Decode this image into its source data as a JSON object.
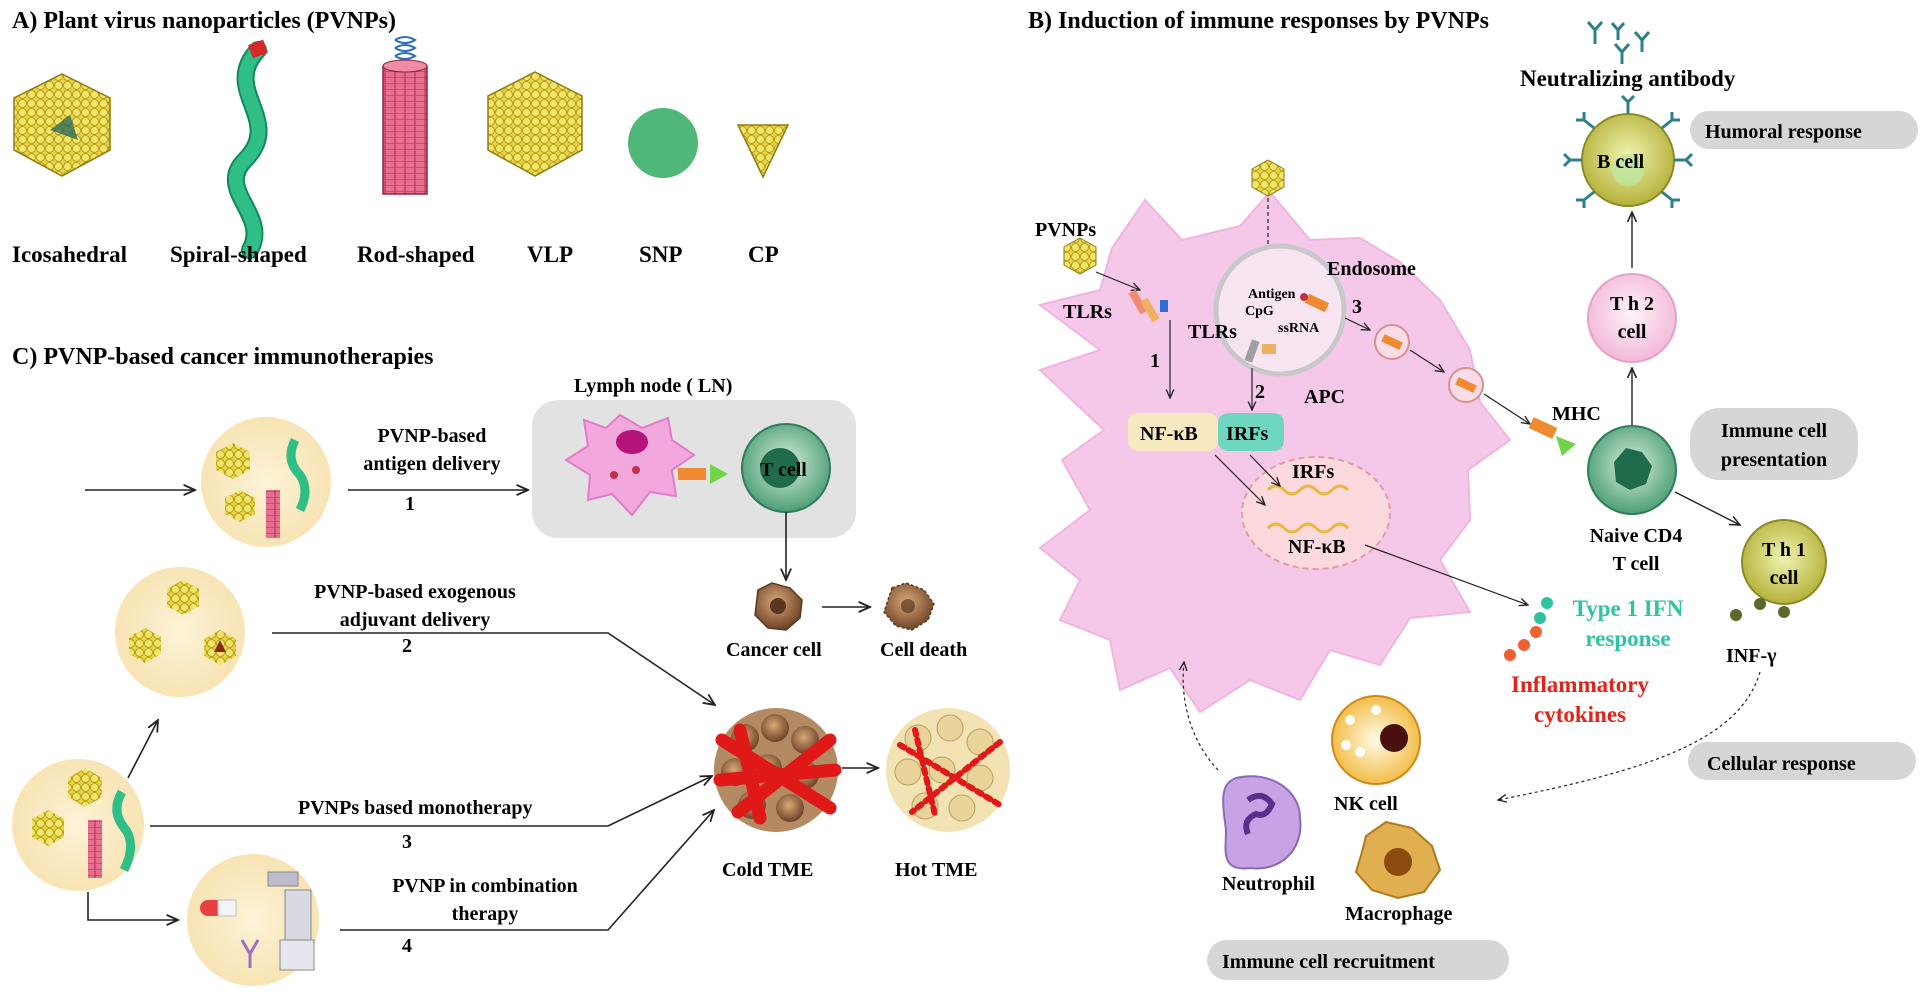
{
  "panel_a": {
    "title": "A) Plant virus nanoparticles (PVNPs)",
    "items": [
      "Icosahedral",
      "Spiral-shaped",
      "Rod-shaped",
      "VLP",
      "SNP",
      "CP"
    ]
  },
  "panel_c": {
    "title": "C) PVNP-based cancer immunotherapies",
    "lymph_node": "Lymph node ( LN)",
    "t_cell": "T cell",
    "route1": "PVNP-based\nantigen delivery",
    "route1_num": "1",
    "route2": "PVNP-based exogenous\nadjuvant delivery",
    "route2_num": "2",
    "route3": "PVNPs based monotherapy",
    "route3_num": "3",
    "route4": "PVNP in combination\ntherapy",
    "route4_num": "4",
    "cancer_cell": "Cancer cell",
    "cell_death": "Cell death",
    "cold_tme": "Cold TME",
    "hot_tme": "Hot TME"
  },
  "panel_b": {
    "title": "B) Induction of immune responses by PVNPs",
    "pvnps": "PVNPs",
    "tlrs_outer": "TLRs",
    "tlrs_inner": "TLRs",
    "endosome": "Endosome",
    "endo_antigen": "Antigen",
    "endo_cpg": "CpG",
    "endo_ssrna": "ssRNA",
    "apc": "APC",
    "nfkb": "NF-κB",
    "irfs": "IRFs",
    "nuc_irfs": "IRFs",
    "nuc_nfkb": "NF-κB",
    "path1": "1",
    "path2": "2",
    "path3": "3",
    "mhc": "MHC",
    "neutralizing_antibody": "Neutralizing antibody",
    "b_cell": "B cell",
    "humoral": "Humoral response",
    "th2": "T h 2\ncell",
    "presentation": "Immune cell\npresentation",
    "naive_cd4": "Naive CD4\nT cell",
    "th1": "T h 1\ncell",
    "inf_gamma": "INF-γ",
    "type1_ifn": "Type 1 IFN\nresponse",
    "inflammatory": "Inflammatory\ncytokines",
    "cellular": "Cellular response",
    "nk_cell": "NK cell",
    "neutrophil": "Neutrophil",
    "macrophage": "Macrophage",
    "recruitment": "Immune cell recruitment"
  },
  "colors": {
    "apc_body": "#f5c8ea",
    "virus_yellow": "#e6d03a",
    "spiral_green": "#2fbf86",
    "rod_pink": "#e86d8f",
    "snp_green": "#4fb878",
    "cancer_brown": "#8a5a34",
    "tumor_red": "#e01818",
    "teal_text": "#2ec4a2",
    "red_text": "#e2231a",
    "pill_gray": "#d6d6d6",
    "cream": "#fbecc8"
  }
}
